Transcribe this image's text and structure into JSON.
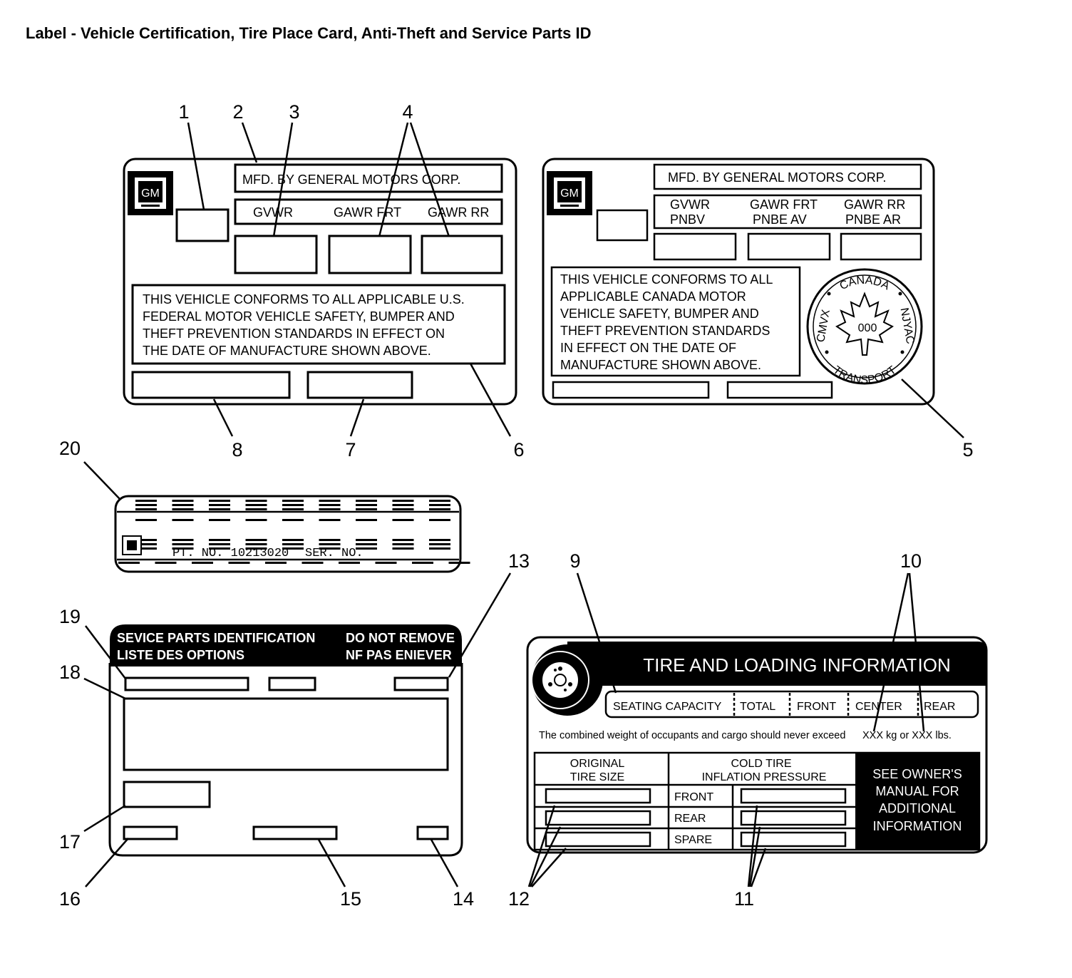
{
  "title": "Label - Vehicle Certification, Tire Place Card, Anti-Theft and Service Parts ID",
  "logo_text": "GM",
  "callouts": {
    "c1": "1",
    "c2": "2",
    "c3": "3",
    "c4": "4",
    "c5": "5",
    "c6": "6",
    "c7": "7",
    "c8": "8",
    "c9": "9",
    "c10": "10",
    "c11": "11",
    "c12": "12",
    "c13": "13",
    "c14": "14",
    "c15": "15",
    "c16": "16",
    "c17": "17",
    "c18": "18",
    "c19": "19",
    "c20": "20"
  },
  "us_label": {
    "mfd": "MFD. BY GENERAL MOTORS CORP.",
    "gvwr": "GVWR",
    "gawr_frt": "GAWR FRT",
    "gawr_rr": "GAWR RR",
    "statement": [
      "THIS VEHICLE CONFORMS TO ALL APPLICABLE U.S.",
      "FEDERAL MOTOR VEHICLE SAFETY, BUMPER AND",
      "THEFT PREVENTION STANDARDS IN EFFECT ON",
      "THE DATE OF MANUFACTURE SHOWN ABOVE."
    ]
  },
  "canada_label": {
    "mfd": "MFD. BY GENERAL MOTORS CORP.",
    "gvwr": [
      "GVWR",
      "PNBV"
    ],
    "gawr_frt": [
      "GAWR FRT",
      "PNBE AV"
    ],
    "gawr_rr": [
      "GAWR RR",
      "PNBE AR"
    ],
    "statement": [
      "THIS VEHICLE CONFORMS TO ALL",
      "APPLICABLE CANADA MOTOR",
      "VEHICLE SAFETY, BUMPER AND",
      "THEFT PREVENTION STANDARDS",
      "IN EFFECT ON THE DATE OF",
      "MANUFACTURE SHOWN ABOVE."
    ],
    "seal": {
      "top": "CANADA",
      "bottom": "TRANSPORT",
      "left": "CMVX",
      "right": "NJYAC",
      "center": "000"
    }
  },
  "anti_theft_label": {
    "part_no": "PT. NO. 10213020",
    "ser_no": "SER. NO."
  },
  "service_parts_label": {
    "header_left": [
      "SEVICE PARTS IDENTIFICATION",
      "LISTE DES OPTIONS"
    ],
    "header_right": [
      "DO NOT REMOVE",
      "NF PAS ENIEVER"
    ]
  },
  "tire_label": {
    "title": "TIRE AND LOADING INFORMATION",
    "seating": [
      "SEATING CAPACITY",
      "TOTAL",
      "FRONT",
      "CENTER",
      "REAR"
    ],
    "weight_note": "The combined weight of occupants and cargo should never exceed",
    "weight_values": "XXX kg or XXX lbs.",
    "col_tire_size": [
      "ORIGINAL",
      "TIRE SIZE"
    ],
    "col_pressure": [
      "COLD TIRE",
      "INFLATION PRESSURE"
    ],
    "rows": [
      "FRONT",
      "REAR",
      "SPARE"
    ],
    "see_manual": [
      "SEE OWNER'S",
      "MANUAL FOR",
      "ADDITIONAL",
      "INFORMATION"
    ]
  }
}
